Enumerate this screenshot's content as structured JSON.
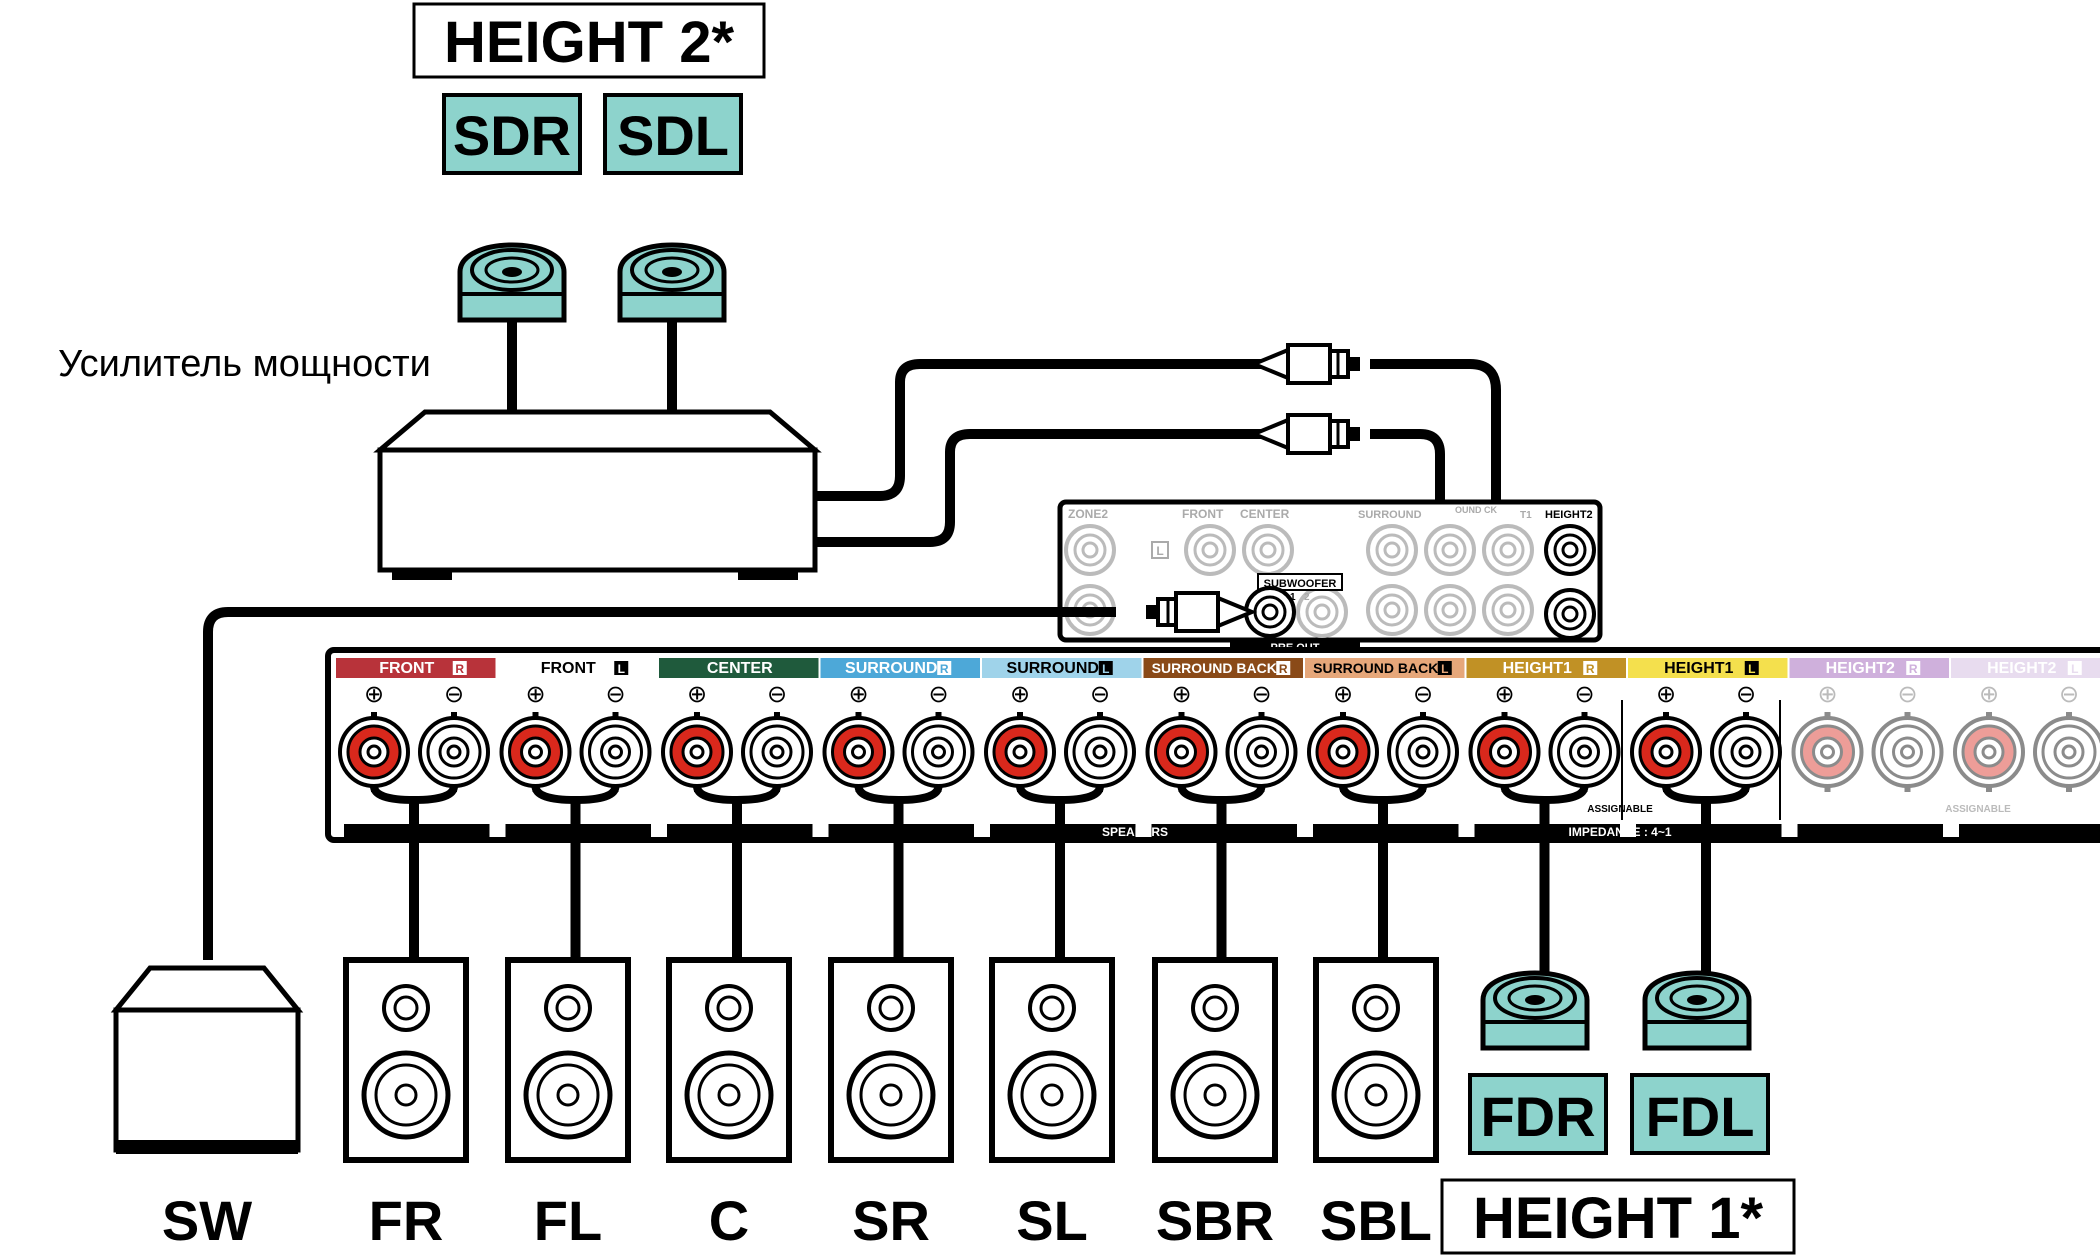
{
  "height2": {
    "title": "HEIGHT 2*",
    "left_badge": "SDR",
    "right_badge": "SDL"
  },
  "height1": {
    "title": "HEIGHT 1*",
    "left_badge": "FDR",
    "right_badge": "FDL"
  },
  "amplifier_label": "Усилитель мощности",
  "preout": {
    "zone2": "ZONE2",
    "front": "FRONT",
    "center": "CENTER",
    "surround": "SURROUND",
    "surround_back": "OUND\nCK",
    "height1": "T1",
    "height2": "HEIGHT2",
    "l_mark": "L",
    "subwoofer": "SUBWOOFER",
    "sub1": "1",
    "sub2": "2",
    "pre_out": "PRE OUT"
  },
  "speakers_panel": {
    "speakers_caption": "SPEAKERS",
    "impedance_caption": "IMPEDANCE : 4~1",
    "assignable_1": "ASSIGNABLE",
    "assignable_2": "ASSIGNABLE",
    "plus_sign": "⊕",
    "minus_sign": "⊖",
    "channels": [
      {
        "label": "FRONT",
        "mark": "R",
        "bg": "#b8333a",
        "fg": "#ffffff",
        "dim": false
      },
      {
        "label": "FRONT",
        "mark": "L",
        "bg": "#ffffff",
        "fg": "#000000",
        "dim": false
      },
      {
        "label": "CENTER",
        "mark": "",
        "bg": "#1f5a3c",
        "fg": "#ffffff",
        "dim": false
      },
      {
        "label": "SURROUND",
        "mark": "R",
        "bg": "#4da8d8",
        "fg": "#ffffff",
        "dim": false
      },
      {
        "label": "SURROUND",
        "mark": "L",
        "bg": "#9fd3ea",
        "fg": "#000000",
        "dim": false
      },
      {
        "label": "SURROUND BACK",
        "mark": "R",
        "bg": "#8a4a18",
        "fg": "#ffffff",
        "dim": false
      },
      {
        "label": "SURROUND BACK",
        "mark": "L",
        "bg": "#e6a77a",
        "fg": "#000000",
        "dim": false
      },
      {
        "label": "HEIGHT1",
        "mark": "R",
        "bg": "#c19125",
        "fg": "#ffffff",
        "dim": false
      },
      {
        "label": "HEIGHT1",
        "mark": "L",
        "bg": "#f4e04d",
        "fg": "#000000",
        "dim": false
      },
      {
        "label": "HEIGHT2",
        "mark": "R",
        "bg": "#cfb0dc",
        "fg": "#ffffff",
        "dim": true
      },
      {
        "label": "HEIGHT2",
        "mark": "L",
        "bg": "#e8dcef",
        "fg": "#ffffff",
        "dim": true
      }
    ]
  },
  "bottom_labels": [
    "SW",
    "FR",
    "FL",
    "C",
    "SR",
    "SL",
    "SBR",
    "SBL"
  ],
  "colors": {
    "teal": "#8dd3cc",
    "red_terminal": "#d9281c",
    "cable": "#000000"
  }
}
